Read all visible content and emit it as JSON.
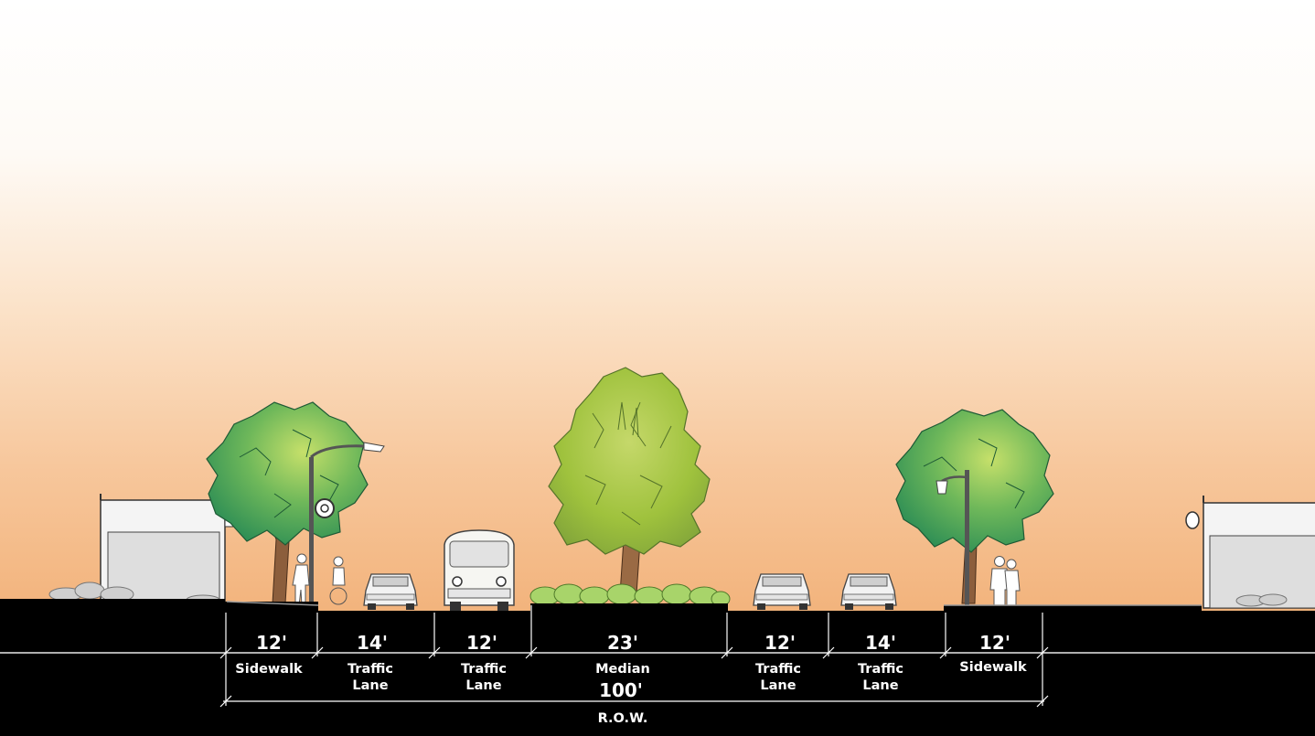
{
  "diagram": {
    "segments": [
      {
        "width": "12'",
        "label": [
          "Sidewalk"
        ]
      },
      {
        "width": "14'",
        "label": [
          "Traffic",
          "Lane"
        ]
      },
      {
        "width": "12'",
        "label": [
          "Traffic",
          "Lane"
        ]
      },
      {
        "width": "23'",
        "label": [
          "Median"
        ]
      },
      {
        "width": "12'",
        "label": [
          "Traffic",
          "Lane"
        ]
      },
      {
        "width": "14'",
        "label": [
          "Traffic",
          "Lane"
        ]
      },
      {
        "width": "12'",
        "label": [
          "Sidewalk"
        ]
      }
    ],
    "total_width": "100'",
    "total_label": "R.O.W."
  },
  "colors": {
    "sky_top": "#ffffff",
    "sky_bottom": "#f2b27a",
    "ground": "#000000",
    "foliage_dark": "#2f8f55",
    "foliage_light": "#9ccc4e",
    "median_foliage": "#9fc23d",
    "building": "#f2f2f2"
  }
}
